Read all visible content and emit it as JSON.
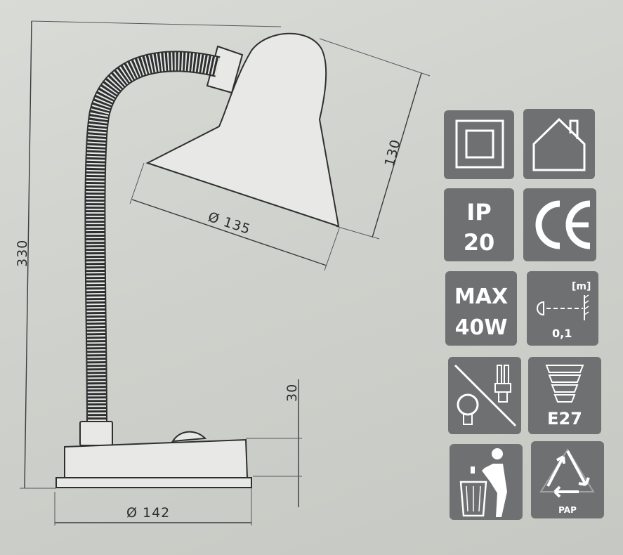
{
  "dimensions": {
    "height_total": "330",
    "shade_height": "130",
    "shade_diameter": "Ø 135",
    "base_height": "30",
    "base_diameter": "Ø 142"
  },
  "icons": [
    {
      "name": "class-ii-insulation-icon",
      "labels": []
    },
    {
      "name": "indoor-use-icon",
      "labels": []
    },
    {
      "name": "ip-rating-icon",
      "labels": [
        "IP",
        "20"
      ]
    },
    {
      "name": "ce-mark-icon",
      "labels": []
    },
    {
      "name": "max-wattage-icon",
      "labels": [
        "MAX",
        "40W"
      ]
    },
    {
      "name": "min-distance-icon",
      "labels": [
        "[m]",
        "0,1"
      ]
    },
    {
      "name": "not-suitable-cfl-icon",
      "labels": []
    },
    {
      "name": "e27-socket-icon",
      "labels": [
        "E27"
      ]
    },
    {
      "name": "dispose-properly-icon",
      "labels": []
    },
    {
      "name": "recycle-pap-icon",
      "labels": [
        "PAP"
      ]
    }
  ],
  "colors": {
    "tile": "#6f7072",
    "tile_art": "#ffffff",
    "ink": "#2b2c2e"
  }
}
